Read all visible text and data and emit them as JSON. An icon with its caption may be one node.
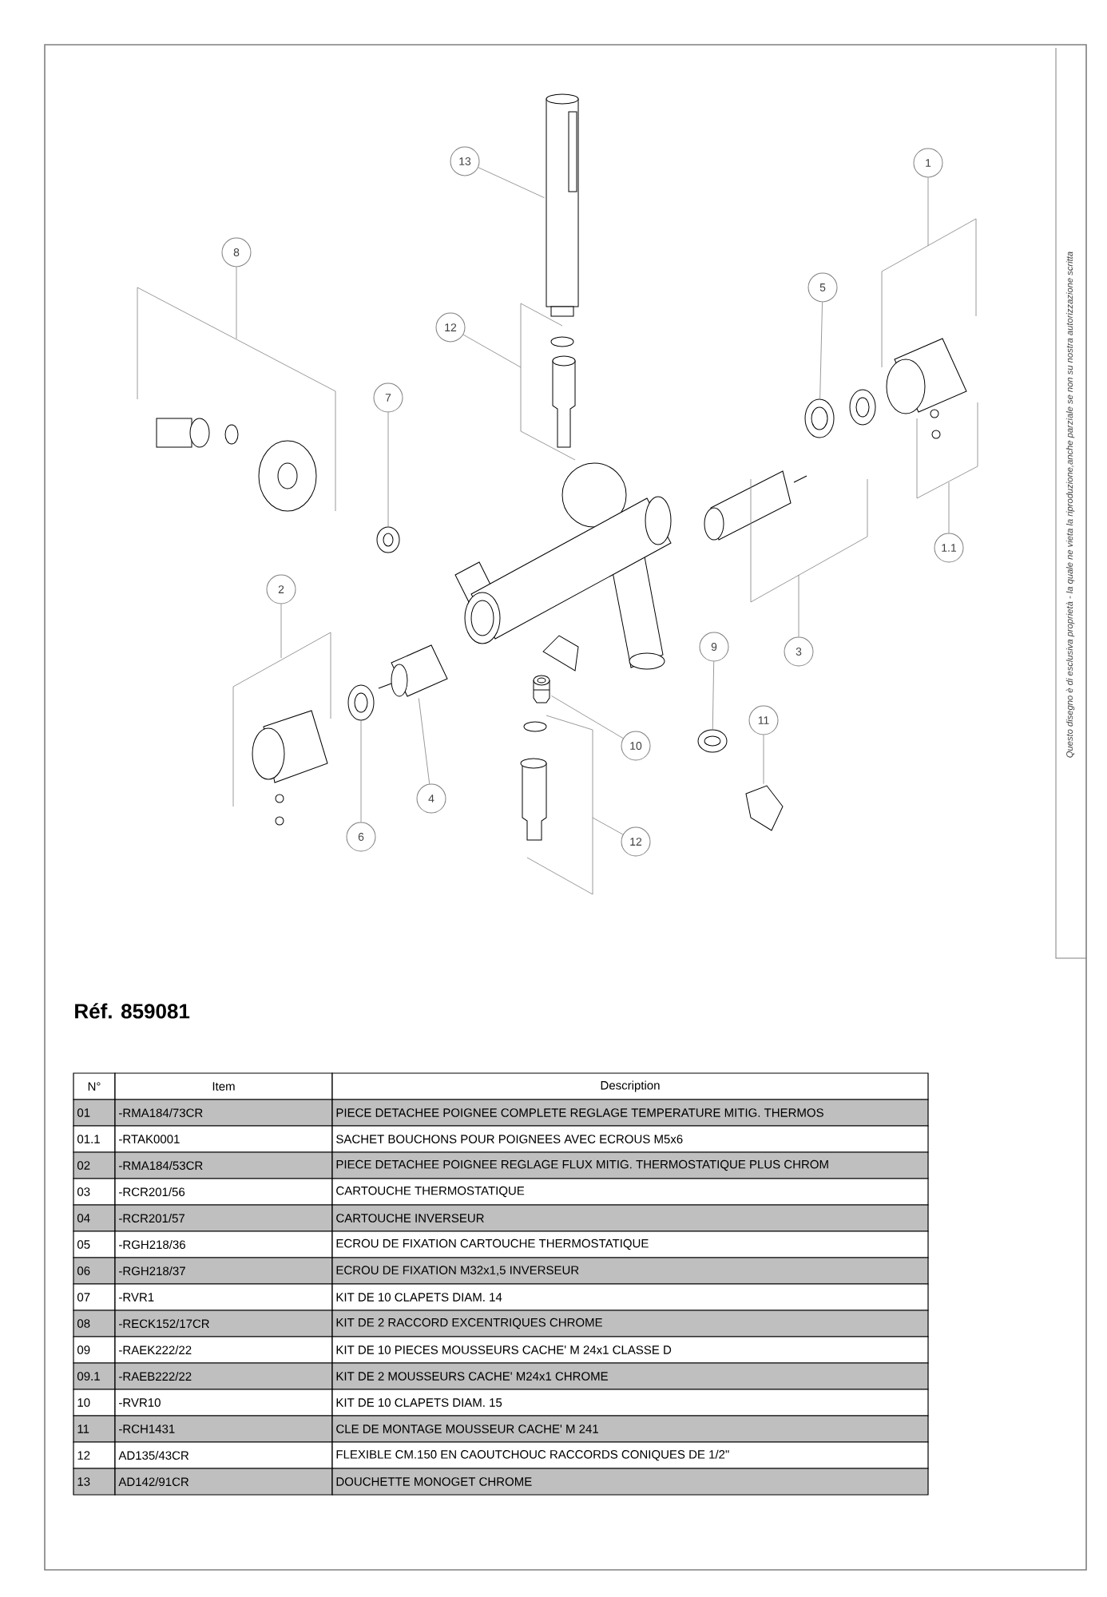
{
  "diagram": {
    "title": "Réf. 859081",
    "nodes": [
      {
        "text": [
          "13"
        ]
      },
      {
        "text": [
          "1"
        ]
      },
      {
        "text": [
          "8"
        ]
      },
      {
        "text": [
          "12"
        ]
      },
      {
        "text": [
          "5"
        ]
      },
      {
        "text": [
          "7"
        ]
      },
      {
        "text": [
          "1.1"
        ]
      },
      {
        "text": [
          "2"
        ]
      },
      {
        "text": [
          "3"
        ]
      },
      {
        "text": [
          "9"
        ]
      },
      {
        "text": [
          "11"
        ]
      },
      {
        "text": [
          "10"
        ]
      },
      {
        "text": [
          "4"
        ]
      },
      {
        "text": [
          "6"
        ]
      },
      {
        "text": [
          "12"
        ]
      },
      {
        "text": [],
        "shape": "bracket"
      },
      {
        "text": [],
        "shape": "bracket"
      },
      {
        "text": [],
        "shape": "bracket"
      },
      {
        "text": [],
        "shape": "bracket"
      },
      {
        "text": [],
        "shape": "bracket"
      },
      {
        "text": [],
        "shape": "bracket"
      },
      {
        "text": [],
        "shape": "bracket"
      },
      {
        "text": [],
        "shape": "picture"
      },
      {
        "text": [],
        "shape": "picture"
      },
      {
        "text": [],
        "shape": "picture"
      },
      {
        "text": [],
        "shape": "picture"
      },
      {
        "text": [],
        "shape": "picture"
      },
      {
        "text": [],
        "shape": "picture"
      },
      {
        "text": [],
        "shape": "picture"
      },
      {
        "text": [],
        "shape": "picture"
      }
    ],
    "edges": [
      {
        "from": 0,
        "to": 22,
        "arrow": "none"
      },
      {
        "from": 1,
        "to": 15,
        "arrow": "none"
      },
      {
        "from": 2,
        "to": 17,
        "arrow": "none"
      },
      {
        "from": 3,
        "to": 18,
        "arrow": "none"
      },
      {
        "from": 4,
        "to": 23,
        "arrow": "none"
      },
      {
        "from": 5,
        "to": 24,
        "arrow": "none"
      },
      {
        "from": 6,
        "to": 16,
        "arrow": "none"
      },
      {
        "from": 7,
        "to": 19,
        "arrow": "none"
      },
      {
        "from": 8,
        "to": 20,
        "arrow": "none"
      },
      {
        "from": 9,
        "to": 25,
        "arrow": "none"
      },
      {
        "from": 10,
        "to": 26,
        "arrow": "none"
      },
      {
        "from": 11,
        "to": 27,
        "arrow": "none"
      },
      {
        "from": 12,
        "to": 28,
        "arrow": "none"
      },
      {
        "from": 13,
        "to": 29,
        "arrow": "none"
      },
      {
        "from": 14,
        "to": 21,
        "arrow": "none"
      }
    ],
    "labels": [
      "N°",
      "Item",
      "Description",
      "01",
      "-RMA184/73CR",
      "PIECE DETACHEE POIGNEE COMPLETE REGLAGE TEMPERATURE MITIG. THERMOS",
      "01.1",
      "-RTAK0001",
      "SACHET BOUCHONS POUR POIGNEES AVEC ECROUS M5x6",
      "02",
      "-RMA184/53CR",
      "PIECE DETACHEE POIGNEE REGLAGE FLUX MITIG. THERMOSTATIQUE PLUS CHROM",
      "03",
      "-RCR201/56",
      "CARTOUCHE THERMOSTATIQUE",
      "04",
      "-RCR201/57",
      "CARTOUCHE INVERSEUR",
      "05",
      "-RGH218/36",
      "ECROU DE  FIXATION CARTOUCHE THERMOSTATIQUE",
      "06",
      "-RGH218/37",
      "ECROU DE FIXATION  M32x1,5 INVERSEUR",
      "07",
      "-RVR1",
      "KIT DE 10 CLAPETS DIAM. 14",
      "08",
      "-RECK152/17CR",
      "KIT DE 2 RACCORD EXCENTRIQUES CHROME",
      "09",
      "-RAEK222/22",
      "KIT DE 10 PIECES  MOUSSEURS CACHE' M 24x1  CLASSE D",
      "09.1",
      "-RAEB222/22",
      "KIT DE 2 MOUSSEURS CACHE' M24x1 CHROME",
      "10",
      "-RVR10",
      "KIT DE 10 CLAPETS DIAM. 15",
      "11",
      "-RCH1431",
      "CLE DE MONTAGE MOUSSEUR CACHE' M 241",
      "12",
      "AD135/43CR",
      "FLEXIBLE CM.150 EN CAOUTCHOUC RACCORDS CONIQUES DE 1/2\"",
      "13",
      "AD142/91CR",
      "DOUCHETTE MONOGET CHROME",
      "Questo disegno è di esclusiva proprietà - la quale ne vieta la riproduzione,anche parziale se non su nostra autorizzazione scritta"
    ]
  }
}
